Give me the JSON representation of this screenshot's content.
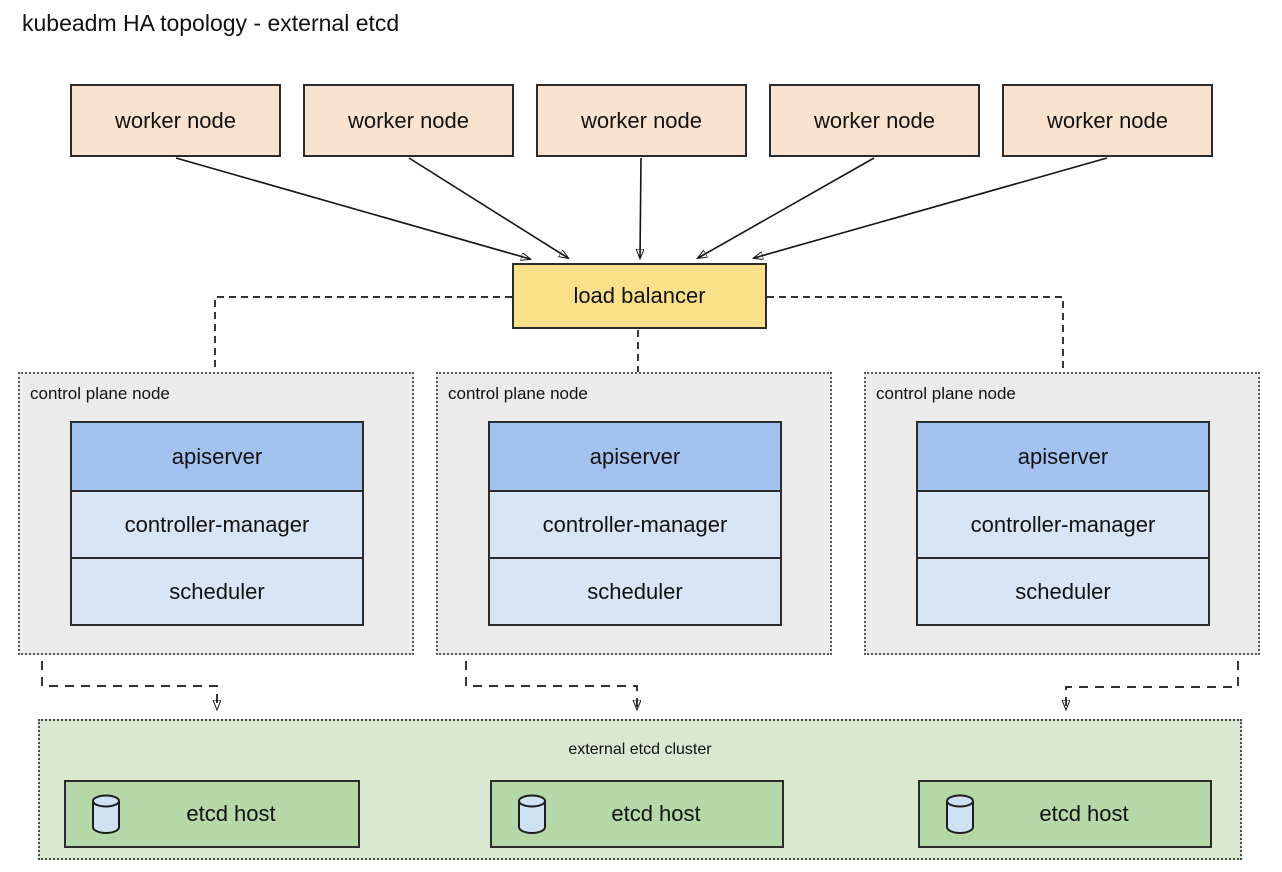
{
  "title": "kubeadm HA topology - external etcd",
  "colors": {
    "worker_fill": "#f9e3ce",
    "load_balancer_fill": "#fbe08a",
    "apiserver_fill": "#a4c2f0",
    "component_fill": "#d7e5f5",
    "control_plane_bg": "#ebebeb",
    "etcd_cluster_bg": "#d8e8d1",
    "etcd_host_fill": "#b6d7a8",
    "cylinder_fill": "#cfe2f3",
    "line": "#141414"
  },
  "workers": [
    {
      "label": "worker node"
    },
    {
      "label": "worker node"
    },
    {
      "label": "worker node"
    },
    {
      "label": "worker node"
    },
    {
      "label": "worker node"
    }
  ],
  "load_balancer": {
    "label": "load balancer"
  },
  "control_planes": [
    {
      "label": "control plane node",
      "components": [
        "apiserver",
        "controller-manager",
        "scheduler"
      ]
    },
    {
      "label": "control plane node",
      "components": [
        "apiserver",
        "controller-manager",
        "scheduler"
      ]
    },
    {
      "label": "control plane node",
      "components": [
        "apiserver",
        "controller-manager",
        "scheduler"
      ]
    }
  ],
  "etcd_cluster": {
    "label": "external etcd cluster",
    "hosts": [
      {
        "label": "etcd host",
        "icon": "database-cylinder-icon"
      },
      {
        "label": "etcd host",
        "icon": "database-cylinder-icon"
      },
      {
        "label": "etcd host",
        "icon": "database-cylinder-icon"
      }
    ]
  }
}
